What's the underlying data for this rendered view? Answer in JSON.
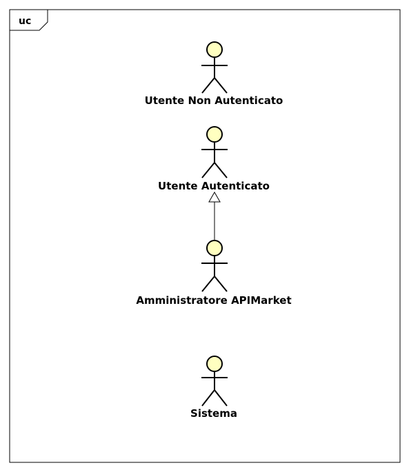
{
  "frame": {
    "label": "uc"
  },
  "colors": {
    "actor_head_fill": "#ffffc0",
    "stroke": "#000000",
    "background": "#ffffff"
  },
  "actors": [
    {
      "name": "Utente Non Autenticato"
    },
    {
      "name": "Utente Autenticato"
    },
    {
      "name": "Amministratore APIMarket"
    },
    {
      "name": "Sistema"
    }
  ],
  "relations": [
    {
      "type": "generalization",
      "from": "Amministratore APIMarket",
      "to": "Utente Autenticato"
    }
  ]
}
